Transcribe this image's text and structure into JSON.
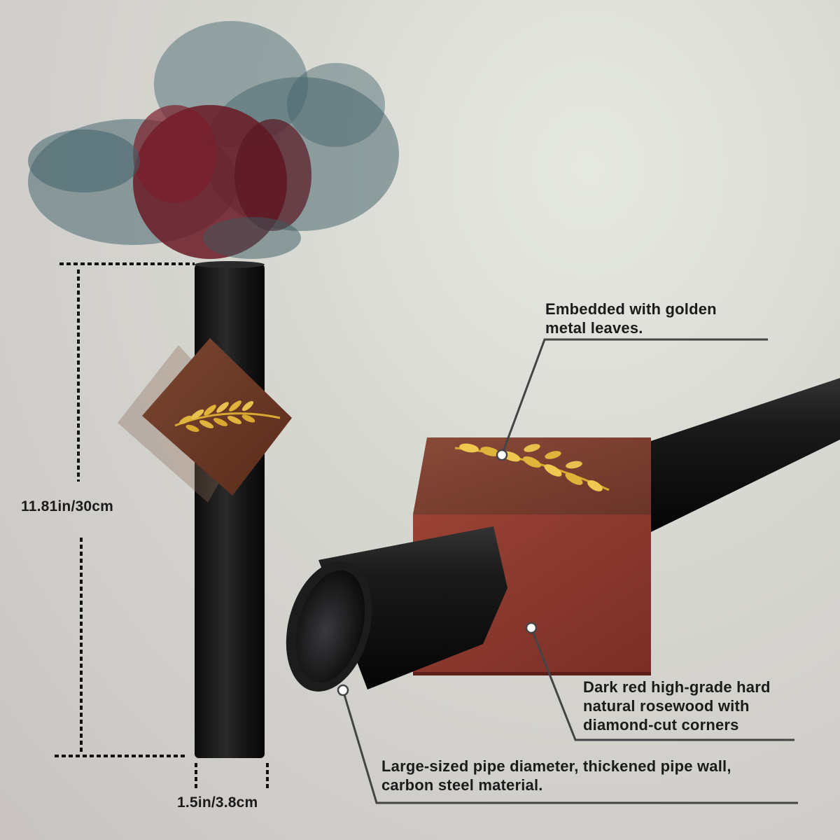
{
  "dimensions": {
    "height": "11.81in/30cm",
    "width": "1.5in/3.8cm"
  },
  "callouts": {
    "leaves": {
      "line1": "Embedded with golden",
      "line2": "metal leaves."
    },
    "rosewood": {
      "line1": "Dark red high-grade hard",
      "line2": "natural rosewood with",
      "line3": "diamond-cut corners"
    },
    "pipe": {
      "line1": "Large-sized pipe diameter, thickened pipe wall,",
      "line2": "carbon steel material."
    }
  },
  "colors": {
    "pipe": "#141414",
    "rosewood": "#8a3a30",
    "walnut": "#6b3a26",
    "gold": "#e0b43a",
    "flowers_red": "#6a1a26",
    "flowers_blue": "#4a6870"
  }
}
